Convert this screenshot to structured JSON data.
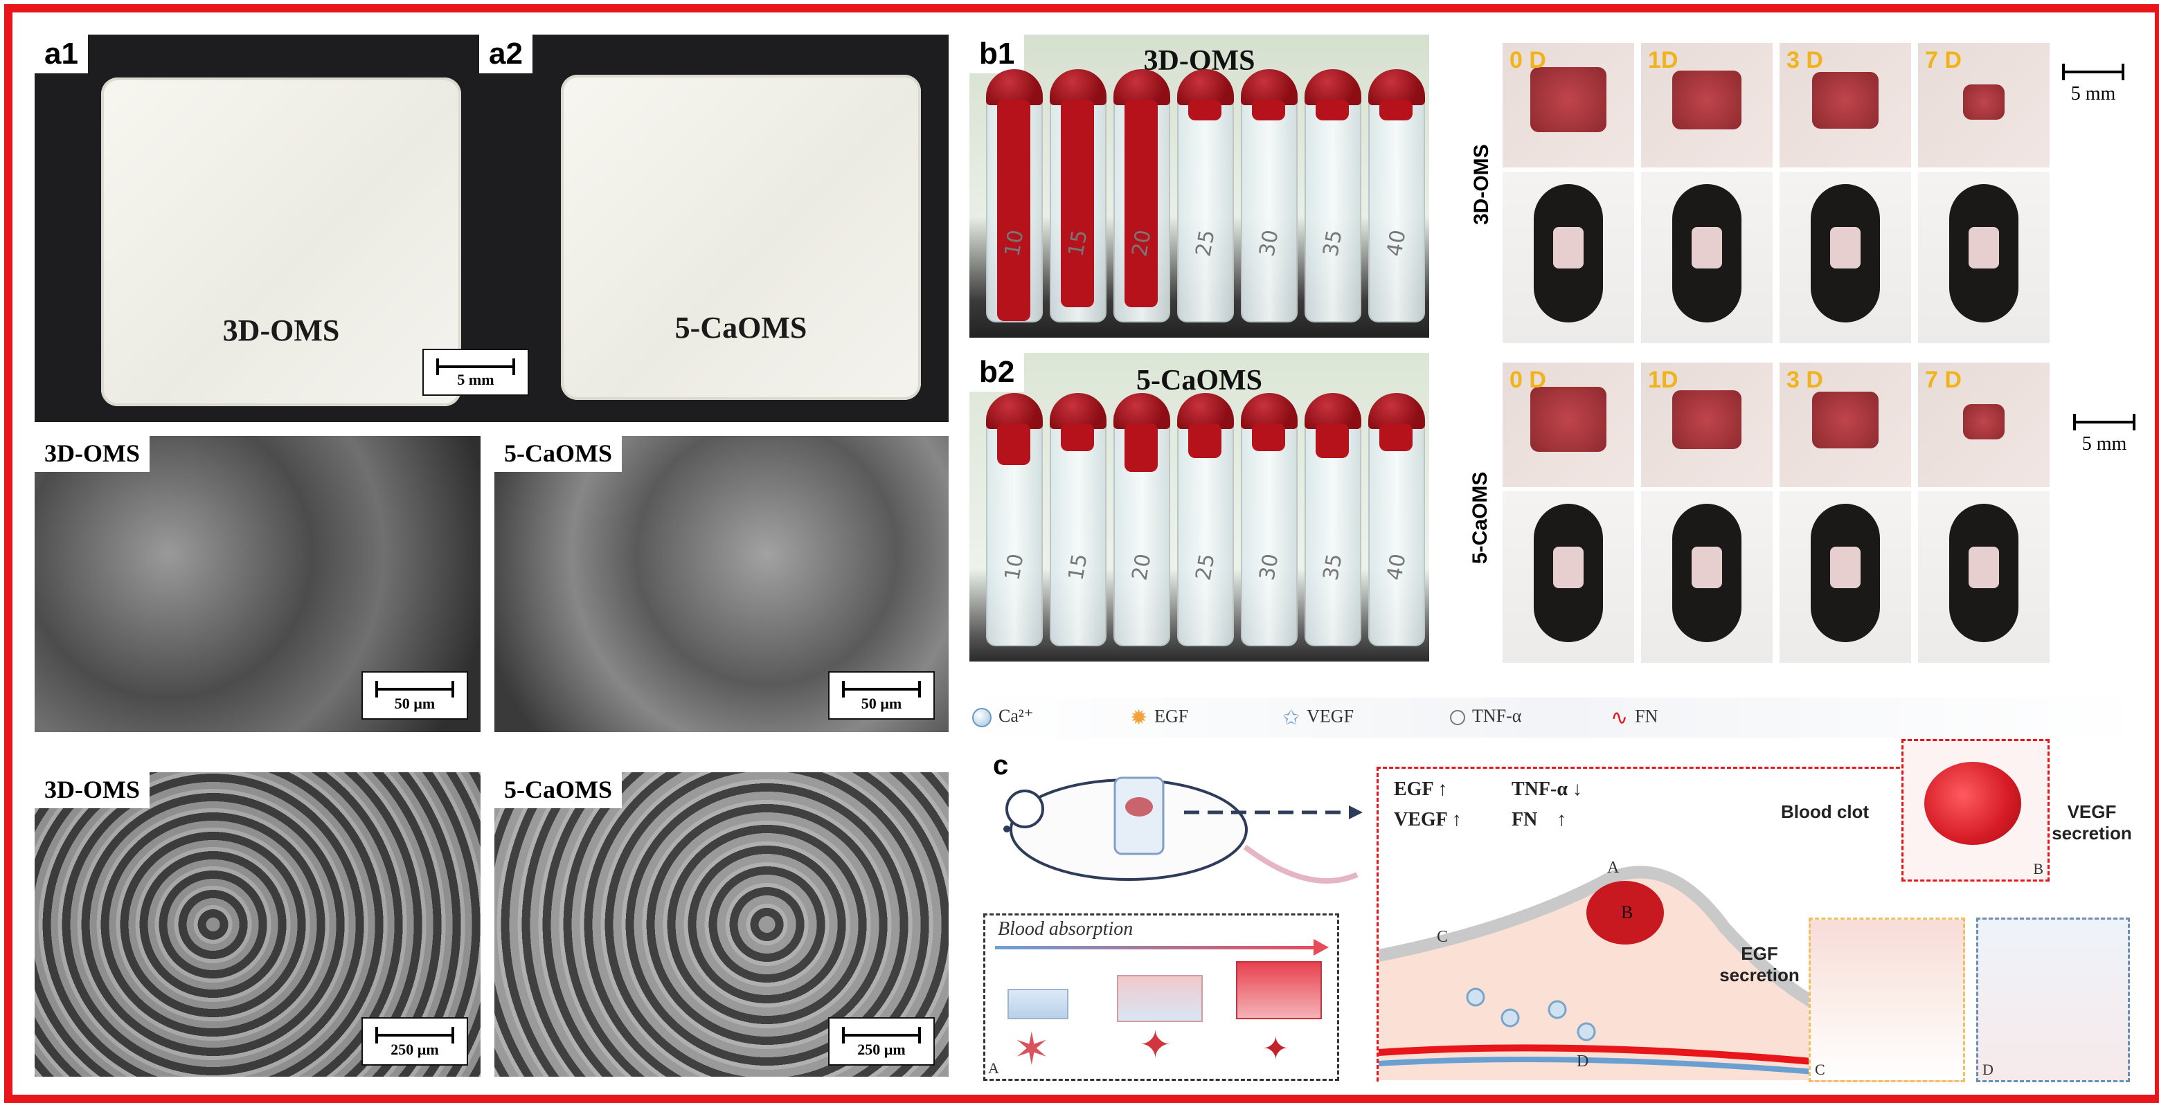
{
  "panel_a": {
    "a1_tag": "a1",
    "a2_tag": "a2",
    "photo_left_label": "3D-OMS",
    "photo_right_label": "5-CaOMS",
    "photo_scale": "5 mm",
    "sem_row1": {
      "left_label": "3D-OMS",
      "right_label": "5-CaOMS",
      "left_scale": "50 µm",
      "right_scale": "50 µm"
    },
    "sem_row2": {
      "left_label": "3D-OMS",
      "right_label": "5-CaOMS",
      "left_scale": "250 µm",
      "right_scale": "250 µm"
    }
  },
  "panel_b": {
    "b1_tag": "b1",
    "b1_title": "3D-OMS",
    "b2_tag": "b2",
    "b2_title": "5-CaOMS",
    "tube_numbers": [
      "10",
      "15",
      "20",
      "25",
      "30",
      "35",
      "40"
    ]
  },
  "wound_panel": {
    "days": [
      "0 D",
      "1D",
      "3 D",
      "7 D"
    ],
    "row1_label": "3D-OMS",
    "row2_label": "5-CaOMS",
    "scale_top": "5  mm",
    "scale_bottom": "5  mm"
  },
  "panel_c": {
    "tag": "c",
    "legend": [
      "Ca²⁺",
      "EGF",
      "VEGF",
      "TNF-α",
      "FN"
    ],
    "blood_absorption": "Blood absorption",
    "marker_cell": "EGF ↑     TNF-α ↓\nVEGF ↑     FN     ↑",
    "egf_line": "EGF",
    "tnf_line": "TNF-α",
    "vegf_line": "VEGF",
    "fn_line": "FN",
    "blood_clot": "Blood clot",
    "vegf_secretion": "VEGF\nsecretion",
    "egf_secretion": "EGF\nsecretion",
    "sublabels": [
      "A",
      "B",
      "C",
      "D"
    ]
  },
  "colors": {
    "frame": "#e8151b",
    "blood": "#b5121b",
    "day_label": "#f0b31c"
  }
}
